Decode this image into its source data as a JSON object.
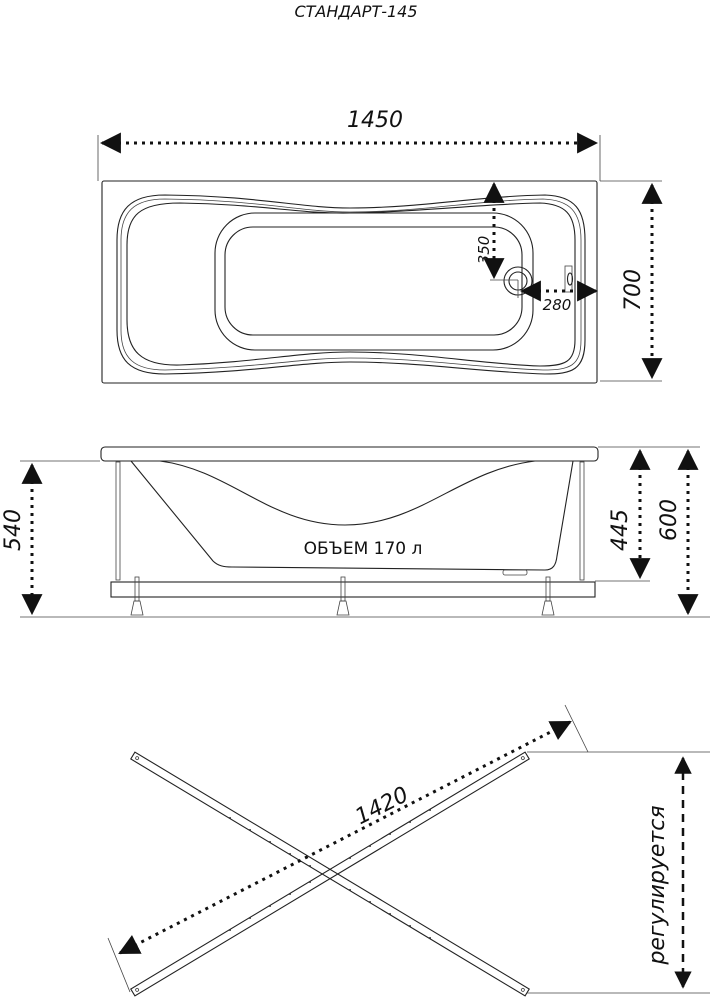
{
  "title": "СТАНДАРТ-145",
  "top_view": {
    "length": "1450",
    "width": "700",
    "drain_from_side": "350",
    "drain_from_end": "280"
  },
  "side_view": {
    "volume_label": "ОБЪЕМ 170 л",
    "height_with_frame": "540",
    "bowl_depth": "445",
    "total_height": "600"
  },
  "frame": {
    "bar_length": "1420",
    "adjustable_label": "регулируется"
  }
}
